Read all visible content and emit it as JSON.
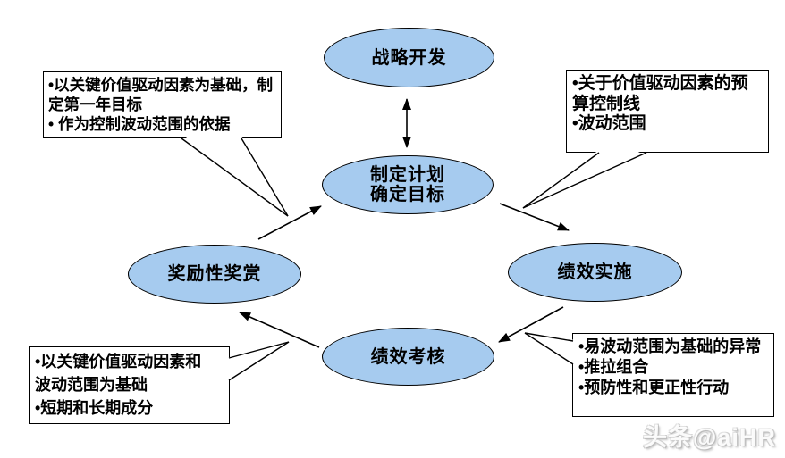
{
  "nodes": {
    "strategy": {
      "label": "战略开发"
    },
    "plan": {
      "lines": [
        "制定计划",
        "确定目标"
      ]
    },
    "reward": {
      "label": "奖励性奖赏"
    },
    "implementation": {
      "label": "绩效实施"
    },
    "review": {
      "label": "绩效考核"
    }
  },
  "callouts": {
    "top_left": {
      "lines": [
        "•以关键价值驱动因素为基础，制",
        "定第一年目标",
        "• 作为控制波动范围的依据"
      ]
    },
    "top_right": {
      "lines": [
        "•关于价值驱动因素的预",
        "算控制线",
        "•波动范围"
      ]
    },
    "bottom_left": {
      "lines": [
        "•以关键价值驱动因素和",
        "波动范围为基础",
        "•短期和长期成分"
      ]
    },
    "bottom_right": {
      "lines": [
        "•易波动范围为基础的异常",
        "•推拉组合",
        "•预防性和更正性行动"
      ]
    }
  },
  "watermark": "头条@aiHR",
  "colors": {
    "node_fill": "#A6CBEF",
    "node_border": "#000000",
    "callout_border": "#000000",
    "connector": "#000000"
  }
}
